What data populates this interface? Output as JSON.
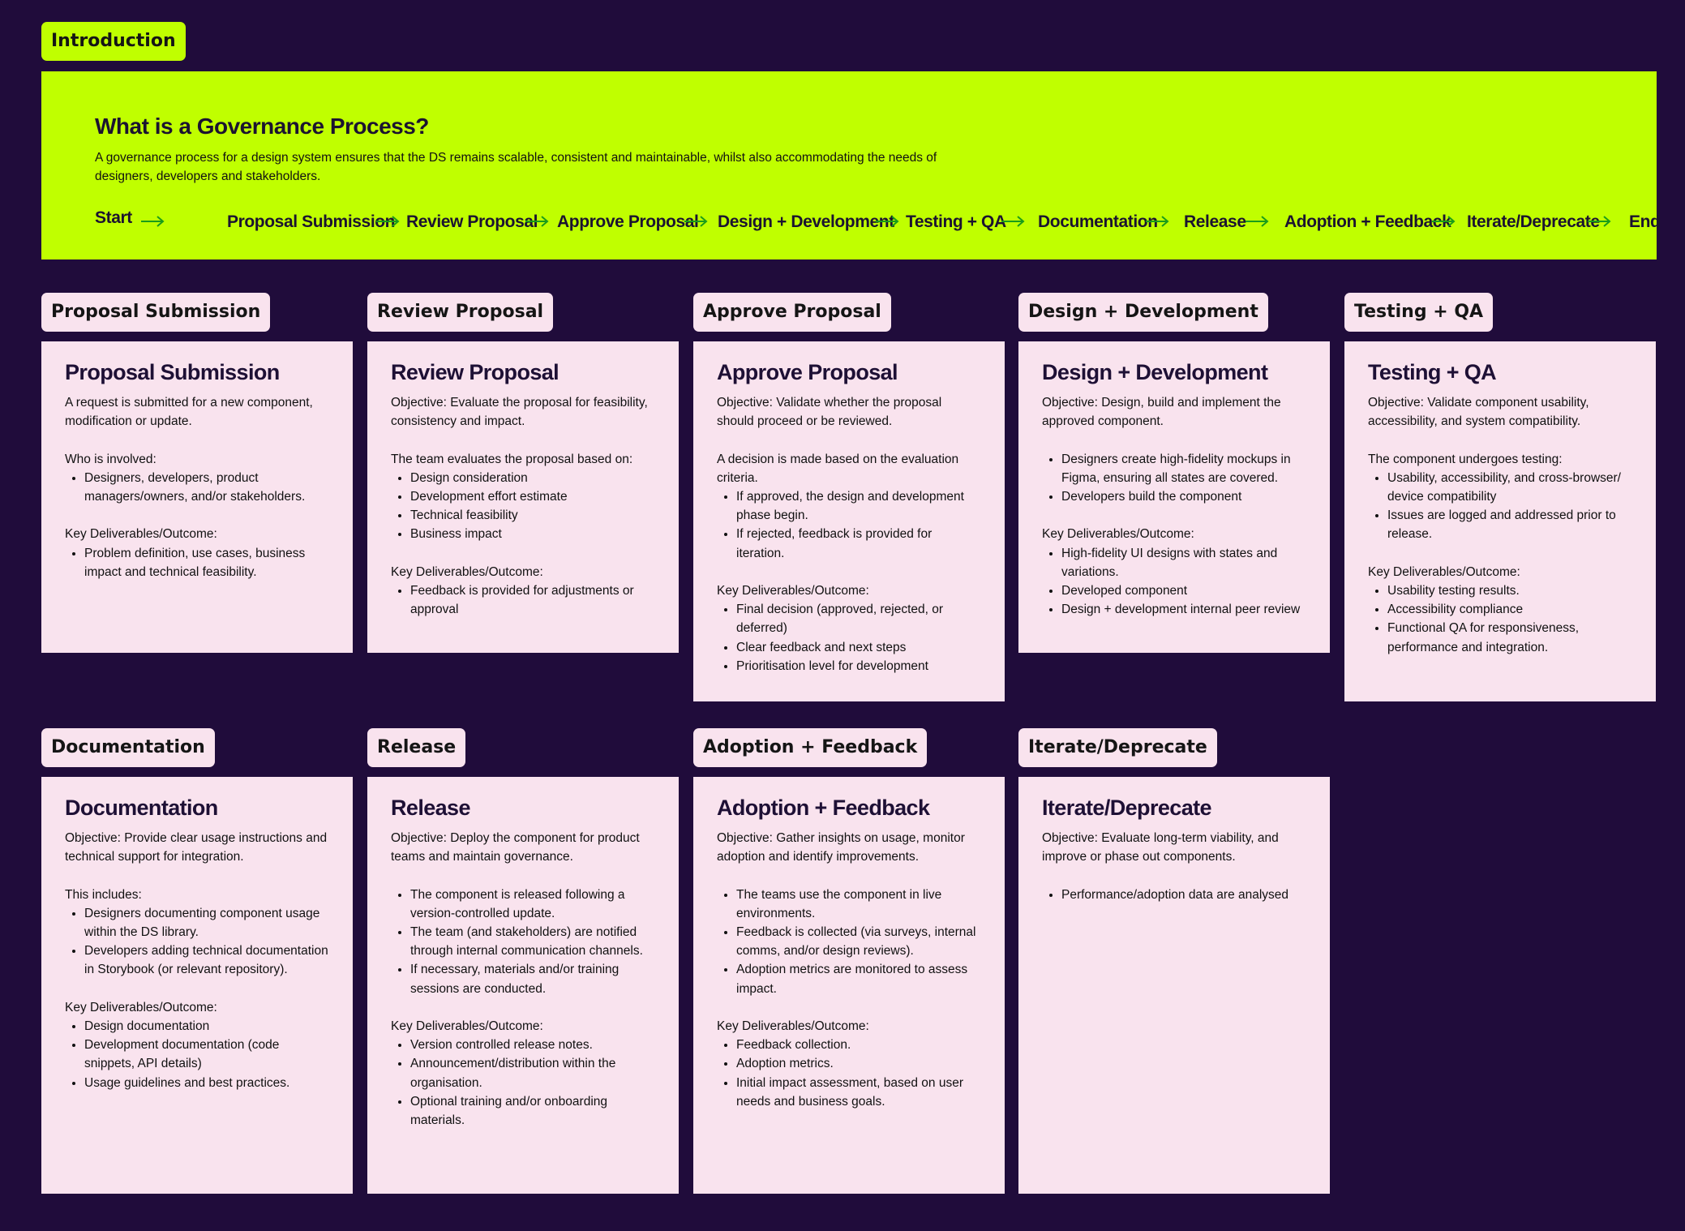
{
  "intro_tag": "Introduction",
  "hero": {
    "title": "What is a Governance Process?",
    "description": "A governance process for a design system ensures that the DS remains scalable, consistent and maintainable, whilst also accommodating the needs of designers, developers and stakeholders.",
    "flow": [
      "Start",
      "Proposal Submission",
      "Review Proposal",
      "Approve Proposal",
      "Design + Development",
      "Testing + QA",
      "Documentation",
      "Release",
      "Adoption + Feedback",
      "Iterate/Deprecate",
      "End"
    ],
    "arrow_color": "#1a9c1a"
  },
  "colors": {
    "background": "#200c3b",
    "accent": "#c0ff00",
    "card": "#f9e3ee"
  },
  "cards": [
    {
      "tag": "Proposal Submission",
      "title": "Proposal Submission",
      "blocks": [
        {
          "p": "A request is submitted for a new component, modification or update."
        },
        {
          "p": "Who is involved:",
          "items": [
            "Designers, developers, product managers/owners, and/or stakeholders."
          ]
        },
        {
          "p": "Key Deliverables/Outcome:",
          "items": [
            "Problem definition, use cases, business impact and technical feasibility."
          ]
        }
      ]
    },
    {
      "tag": "Review Proposal",
      "title": "Review Proposal",
      "blocks": [
        {
          "p": "Objective: Evaluate the proposal for feasibility, consistency and impact."
        },
        {
          "p": "The team evaluates the proposal based on:",
          "items": [
            "Design consideration",
            "Development effort estimate",
            "Technical feasibility",
            "Business impact"
          ]
        },
        {
          "p": "Key Deliverables/Outcome:",
          "items": [
            "Feedback is provided for adjustments or approval"
          ]
        }
      ]
    },
    {
      "tag": "Approve Proposal",
      "title": "Approve Proposal",
      "blocks": [
        {
          "p": "Objective: Validate whether the proposal should proceed or be reviewed."
        },
        {
          "p": "A decision is made based on the evaluation criteria.",
          "items": [
            "If approved, the design and development phase begin.",
            "If rejected, feedback is provided for iteration."
          ]
        },
        {
          "p": "Key Deliverables/Outcome:",
          "items": [
            "Final decision (approved, rejected, or deferred)",
            "Clear feedback and next steps",
            "Prioritisation level for development"
          ]
        }
      ]
    },
    {
      "tag": "Design + Development",
      "title": "Design + Development",
      "blocks": [
        {
          "p": "Objective: Design, build and implement the approved component."
        },
        {
          "items": [
            "Designers create high-fidelity mockups in Figma, ensuring all states are covered.",
            "Developers build the component"
          ]
        },
        {
          "p": "Key Deliverables/Outcome:",
          "items": [
            "High-fidelity UI designs with states and variations.",
            "Developed component",
            "Design + development internal peer review"
          ]
        }
      ]
    },
    {
      "tag": "Testing + QA",
      "title": "Testing + QA",
      "blocks": [
        {
          "p": "Objective: Validate component usability, accessibility, and system compatibility."
        },
        {
          "p": "The component undergoes testing:",
          "items": [
            "Usability, accessibility, and cross-browser/ device compatibility",
            "Issues are logged and addressed prior to release."
          ]
        },
        {
          "p": "Key Deliverables/Outcome:",
          "items": [
            "Usability testing results.",
            "Accessibility compliance",
            "Functional QA for responsiveness, performance and integration."
          ]
        }
      ]
    },
    {
      "tag": "Documentation",
      "title": "Documentation",
      "blocks": [
        {
          "p": "Objective: Provide clear usage instructions and technical support for integration."
        },
        {
          "p": "This includes:",
          "items": [
            "Designers documenting component usage within the DS library.",
            "Developers adding technical documentation in Storybook (or relevant repository)."
          ]
        },
        {
          "p": "Key Deliverables/Outcome:",
          "items": [
            "Design documentation",
            "Development documentation (code snippets, API details)",
            "Usage guidelines and best practices."
          ]
        }
      ]
    },
    {
      "tag": "Release",
      "title": "Release",
      "blocks": [
        {
          "p": "Objective: Deploy the component for product teams and maintain governance."
        },
        {
          "items": [
            "The component is released following a version-controlled update.",
            "The team (and stakeholders) are notified through internal communication channels.",
            "If necessary, materials and/or training sessions are conducted."
          ]
        },
        {
          "p": "Key Deliverables/Outcome:",
          "items": [
            "Version controlled release notes.",
            "Announcement/distribution within the organisation.",
            "Optional training and/or onboarding materials."
          ]
        }
      ]
    },
    {
      "tag": "Adoption + Feedback",
      "title": "Adoption + Feedback",
      "blocks": [
        {
          "p": "Objective: Gather insights on usage, monitor adoption and identify improvements."
        },
        {
          "items": [
            "The teams use the component in live environments.",
            "Feedback is collected (via surveys, internal comms, and/or design reviews).",
            "Adoption metrics are monitored to assess impact."
          ]
        },
        {
          "p": "Key Deliverables/Outcome:",
          "items": [
            "Feedback collection.",
            "Adoption metrics.",
            "Initial impact assessment, based on user needs and business goals."
          ]
        }
      ]
    },
    {
      "tag": "Iterate/Deprecate",
      "title": "Iterate/Deprecate",
      "blocks": [
        {
          "p": "Objective: Evaluate long-term viability, and improve or phase out components."
        },
        {
          "items": [
            "Performance/adoption data are analysed"
          ]
        }
      ]
    }
  ]
}
